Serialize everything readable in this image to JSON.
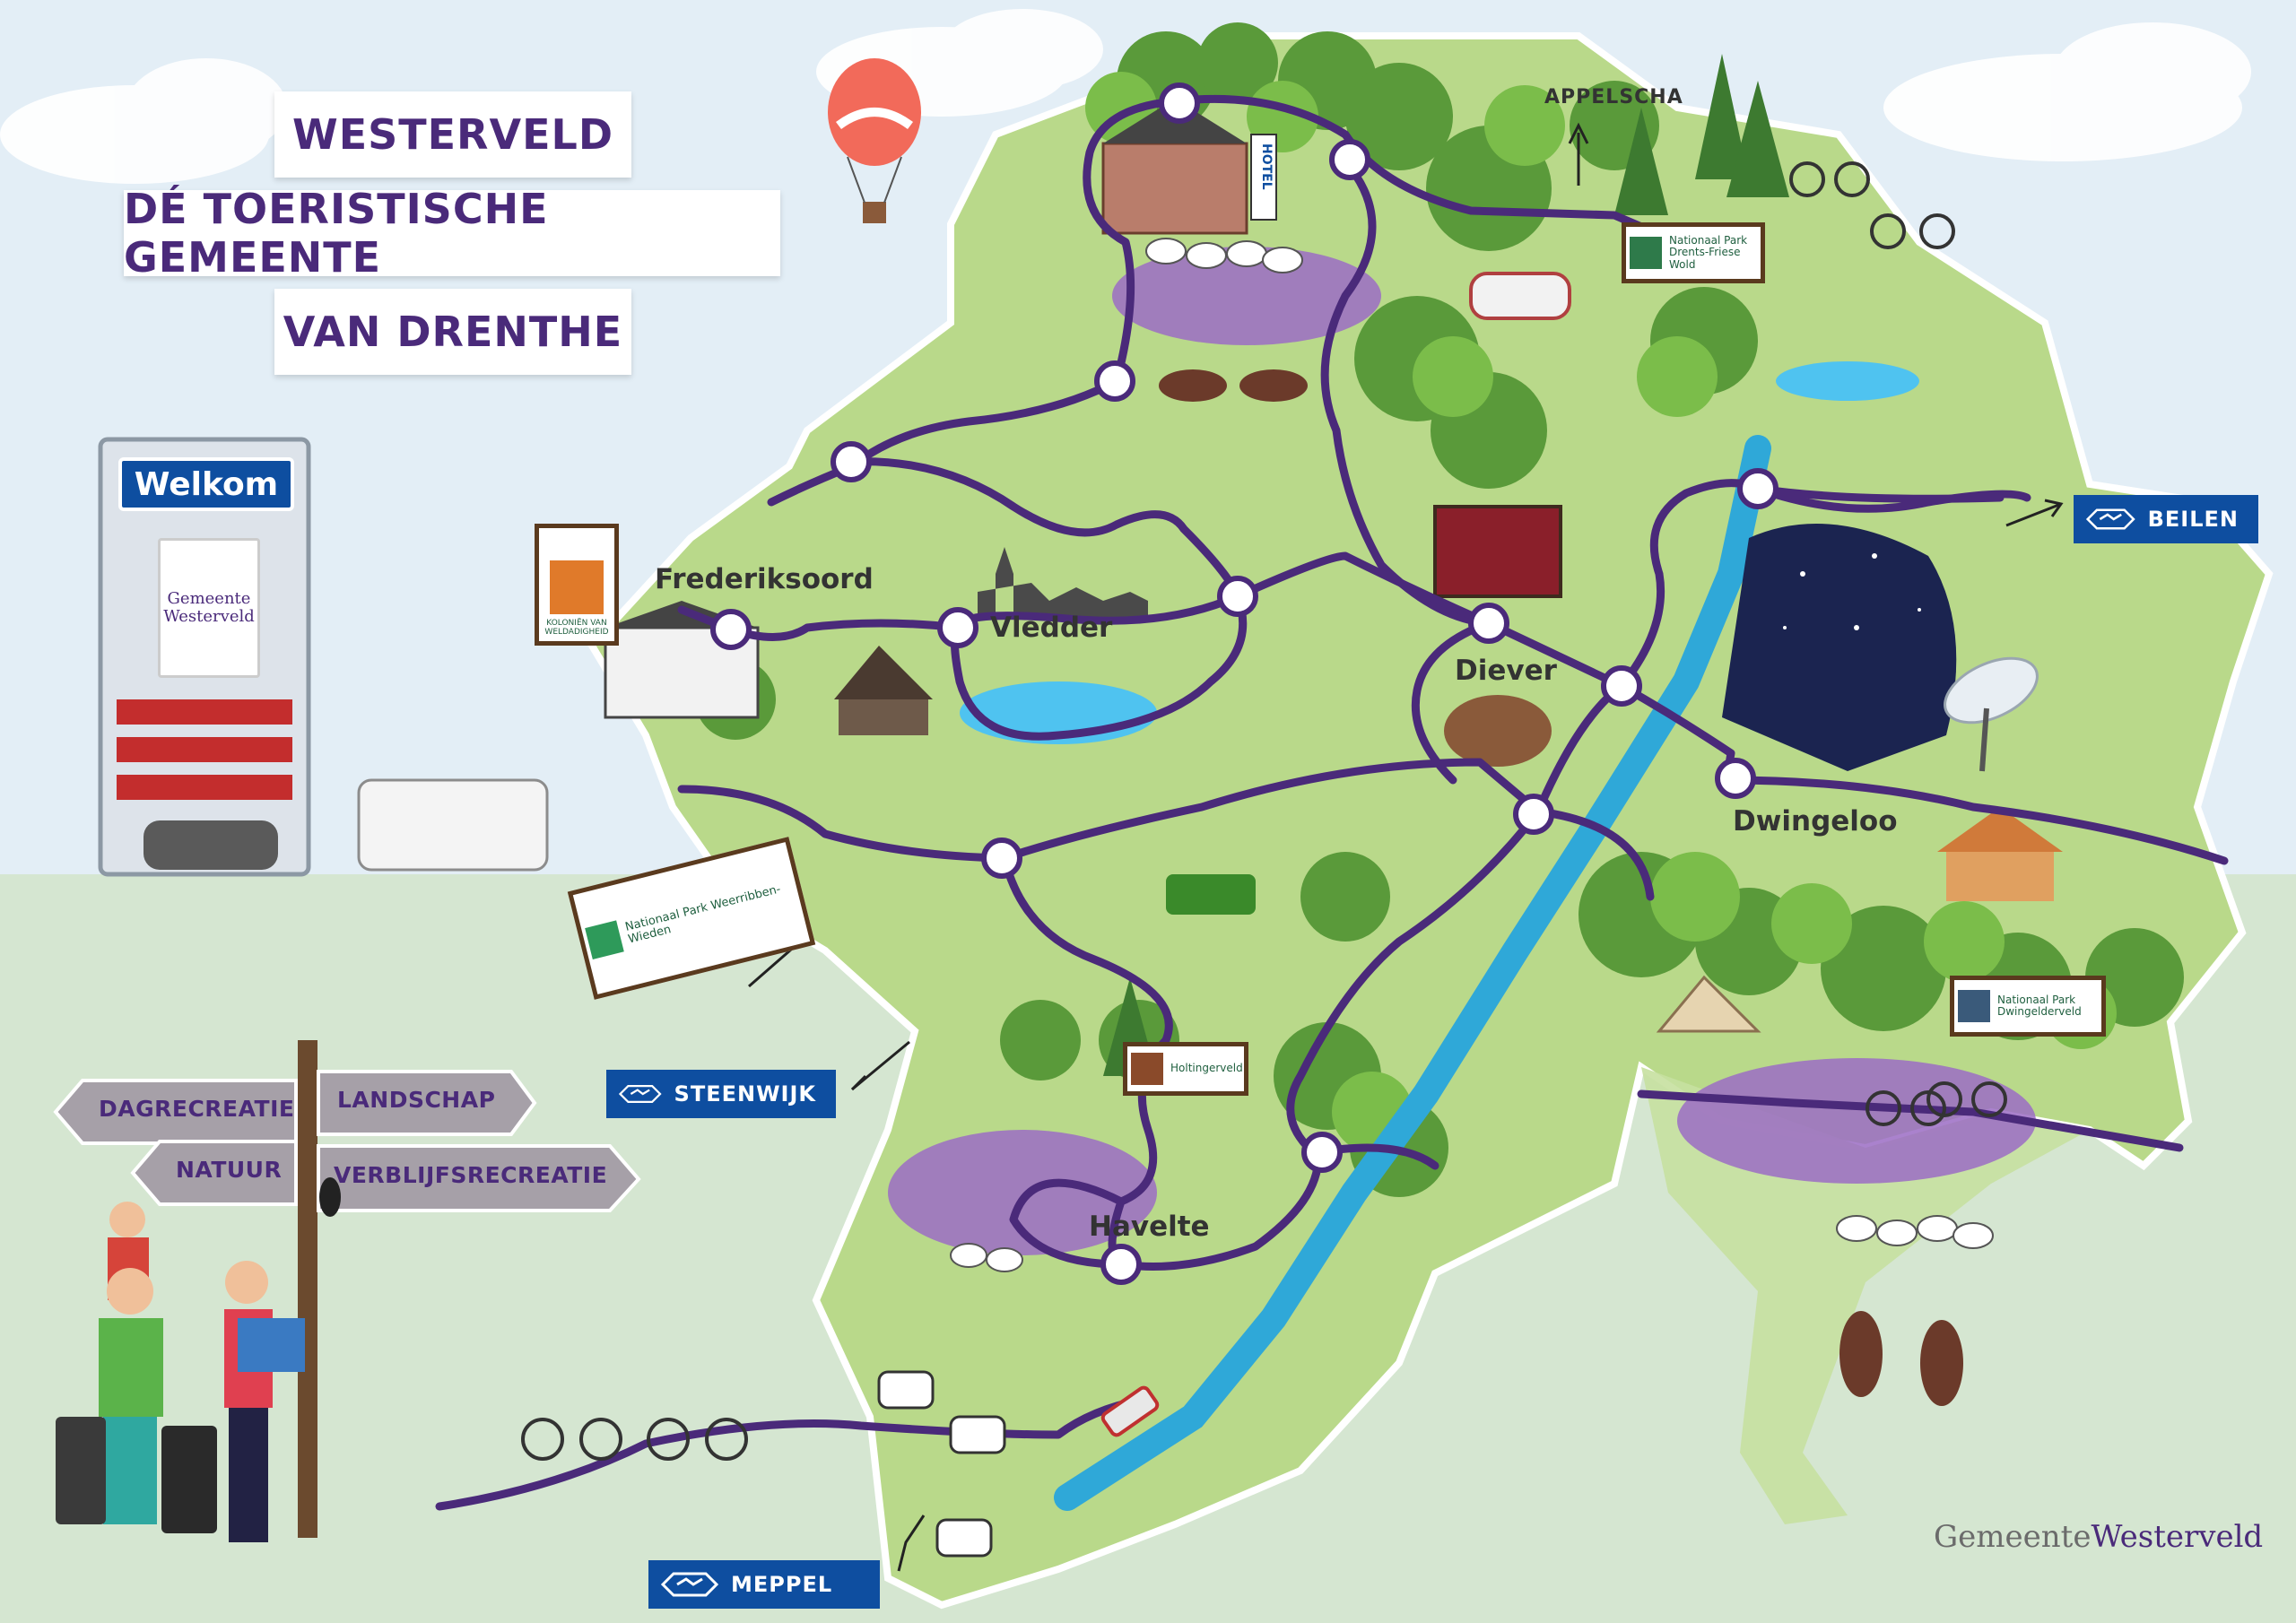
{
  "title": {
    "line1": "WESTERVELD",
    "line2": "DÉ TOERISTISCHE GEMEENTE",
    "line3": "VAN DRENTHE"
  },
  "places": {
    "appelscha": "APPELSCHA",
    "frederiksoord": "Frederiksoord",
    "vledder": "Vledder",
    "diever": "Diever",
    "dwingeloo": "Dwingeloo",
    "havelte": "Havelte"
  },
  "stations": {
    "beilen": "BEILEN",
    "steenwijk": "STEENWIJK",
    "meppel": "MEPPEL"
  },
  "welcome_sign": {
    "label": "Welkom",
    "logo_line1": "Gemeente",
    "logo_line2": "Westerveld"
  },
  "park_signs": {
    "drents_friese_wold": "Nationaal Park Drents-Friese Wold",
    "dwingelderveld": "Nationaal Park Dwingelderveld",
    "weerribben_wieden": "Nationaal Park Weerribben-Wieden",
    "holtingerveld": "Holtingerveld",
    "kolonien": "KOLONIËN VAN WELDADIGHEID"
  },
  "signpost": {
    "dagrecreatie": "DAGRECREATIE",
    "landschap": "LANDSCHAP",
    "natuur": "NATUUR",
    "verblijfsrecreatie": "VERBLIJFSRECREATIE"
  },
  "hotel_sign": "HOTEL",
  "footer_logo": {
    "part1": "Gemeente",
    "part2": "Westerveld"
  },
  "icons": [
    "hot-air-balloon-icon",
    "ns-train-logo-icon",
    "woodpecker-icon",
    "radio-telescope-icon"
  ],
  "colors": {
    "route": "#4a2a7a",
    "river": "#2fa8d8",
    "land": "#b9d98a",
    "station_blue": "#0e4ea0",
    "heather": "#9b6cc4"
  }
}
